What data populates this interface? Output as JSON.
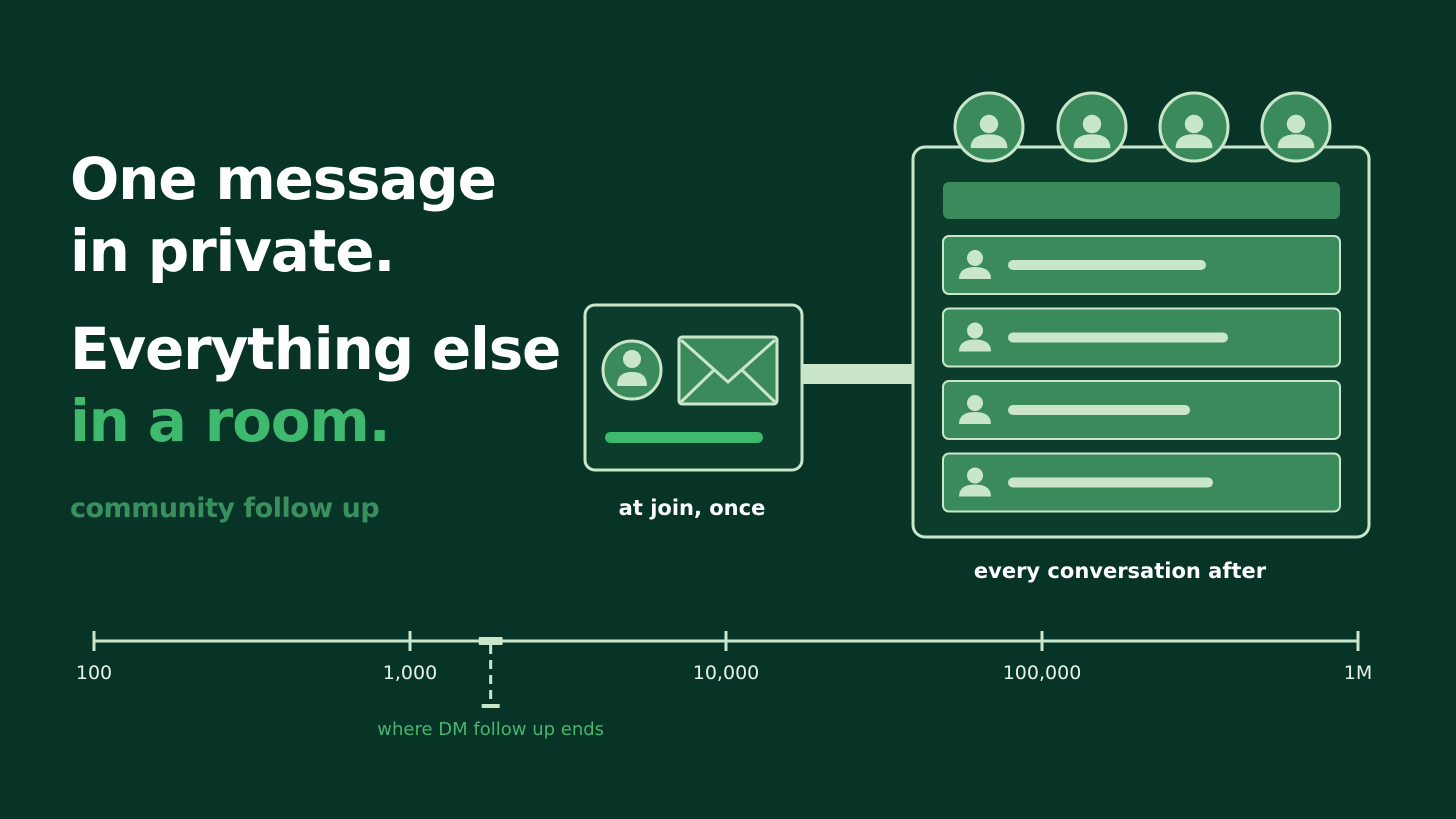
{
  "headline": {
    "line1": "One message",
    "line2": "in private.",
    "line3": "Everything else",
    "line4_accent": "in a room."
  },
  "subtitle": "community follow up",
  "dm_card": {
    "caption": "at join, once"
  },
  "room_panel": {
    "caption": "every conversation after",
    "member_count": 4,
    "message_rows": 4
  },
  "scale": {
    "type": "log",
    "min": 100,
    "max": 1000000,
    "ticks": [
      {
        "value": 100,
        "label": "100"
      },
      {
        "value": 1000,
        "label": "1,000"
      },
      {
        "value": 10000,
        "label": "10,000"
      },
      {
        "value": 100000,
        "label": "100,000"
      },
      {
        "value": 1000000,
        "label": "1M"
      }
    ],
    "marker": {
      "value": 1800,
      "label": "where DM follow up ends"
    }
  },
  "colors": {
    "background": "#073427",
    "accent": "#3fb96d",
    "line": "#c9e6cb",
    "card_fill": "#3b8a5c"
  }
}
